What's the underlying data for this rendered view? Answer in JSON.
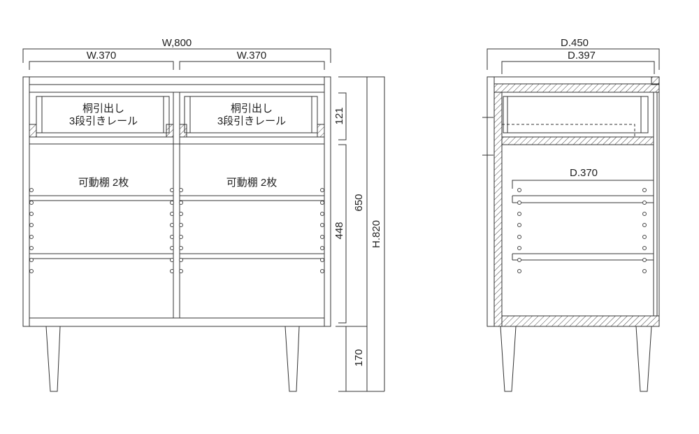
{
  "front_view": {
    "total_width": "W,800",
    "left_width": "W.370",
    "right_width": "W.370",
    "drawer_label_line1": "桐引出し",
    "drawer_label_line2": "3段引きレール",
    "shelf_label": "可動棚 2枚",
    "dim_drawer": "121",
    "dim_shelf_area": "448",
    "dim_body": "650",
    "dim_leg": "170",
    "dim_total_height": "H.820"
  },
  "side_view": {
    "total_depth": "D.450",
    "inner_depth": "D.397",
    "shelf_depth": "D.370"
  }
}
